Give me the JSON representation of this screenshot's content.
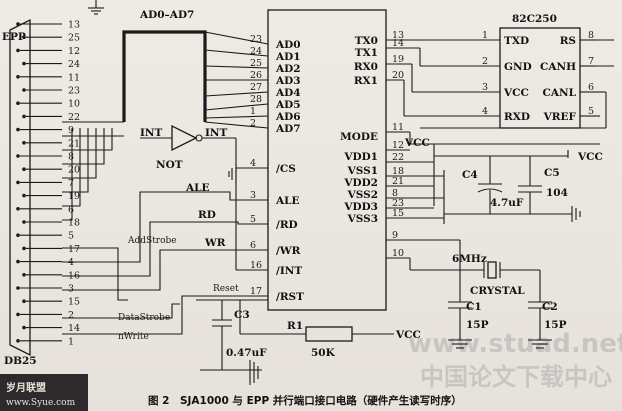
{
  "connector": {
    "label": "EPP",
    "type_label": "DB25",
    "pins": [
      "13",
      "25",
      "12",
      "24",
      "11",
      "23",
      "10",
      "22",
      "9",
      "21",
      "8",
      "20",
      "7",
      "19",
      "6",
      "18",
      "5",
      "17",
      "4",
      "16",
      "3",
      "15",
      "2",
      "14",
      "1"
    ]
  },
  "bus_label": "AD0–AD7",
  "signals": {
    "addrstrobe": "AddStrobe",
    "datastrobe": "DataStrobe",
    "nwrite": "nWrite",
    "ale": "ALE",
    "rd": "RD",
    "wr": "WR",
    "reset": "Reset"
  },
  "inverter": {
    "input": "INT",
    "output": "INT",
    "name": "NOT"
  },
  "sja1000": {
    "left_pins": [
      "23",
      "24",
      "25",
      "26",
      "27",
      "28",
      "1",
      "2",
      "4",
      "3",
      "5",
      "6",
      "16",
      "17"
    ],
    "left_labels": [
      "AD0",
      "AD1",
      "AD2",
      "AD3",
      "AD4",
      "AD5",
      "AD6",
      "AD7",
      "/CS",
      "ALE",
      "/RD",
      "/WR",
      "/INT",
      "/RST"
    ],
    "right_pins": [
      "13",
      "14",
      "19",
      "20",
      "11",
      "12",
      "22",
      "18",
      "21",
      "8",
      "23",
      "15",
      "9",
      "10"
    ],
    "right_labels": [
      "TX0",
      "TX1",
      "RX0",
      "RX1",
      "MODE",
      "VDD1",
      "VSS1",
      "VDD2",
      "VSS2",
      "VDD3",
      "VSS3"
    ],
    "mode_pin": "11",
    "vcc_pin": "12"
  },
  "transceiver": {
    "name": "82C250",
    "left_pins": [
      "1",
      "2",
      "3",
      "4"
    ],
    "left_labels": [
      "TXD",
      "GND",
      "VCC",
      "RXD"
    ],
    "right_pins": [
      "8",
      "7",
      "6",
      "5"
    ],
    "right_labels": [
      "RS",
      "CANH",
      "CANL",
      "VREF"
    ]
  },
  "power": {
    "vcc": "VCC"
  },
  "components": {
    "c3": {
      "name": "C3",
      "value": "0.47uF"
    },
    "c4": {
      "name": "C4",
      "value": "4.7uF"
    },
    "c5": {
      "name": "C5",
      "value": "104"
    },
    "r1": {
      "name": "R1",
      "value": "50K"
    },
    "c1": {
      "name": "C1",
      "value": "15P"
    },
    "c2": {
      "name": "C2",
      "value": "15P"
    },
    "crystal": {
      "name": "CRYSTAL",
      "freq": "6MHz"
    }
  },
  "watermarks": {
    "bottom_left_logo": "岁月联盟",
    "bottom_left_url": "www.Syue.com",
    "right_url": "www.stuad.net",
    "right_cn": "中国论文下载中心"
  },
  "caption": "图 2　SJA1000 与 EPP 并行端口接口电路（硬件产生读写时序）"
}
